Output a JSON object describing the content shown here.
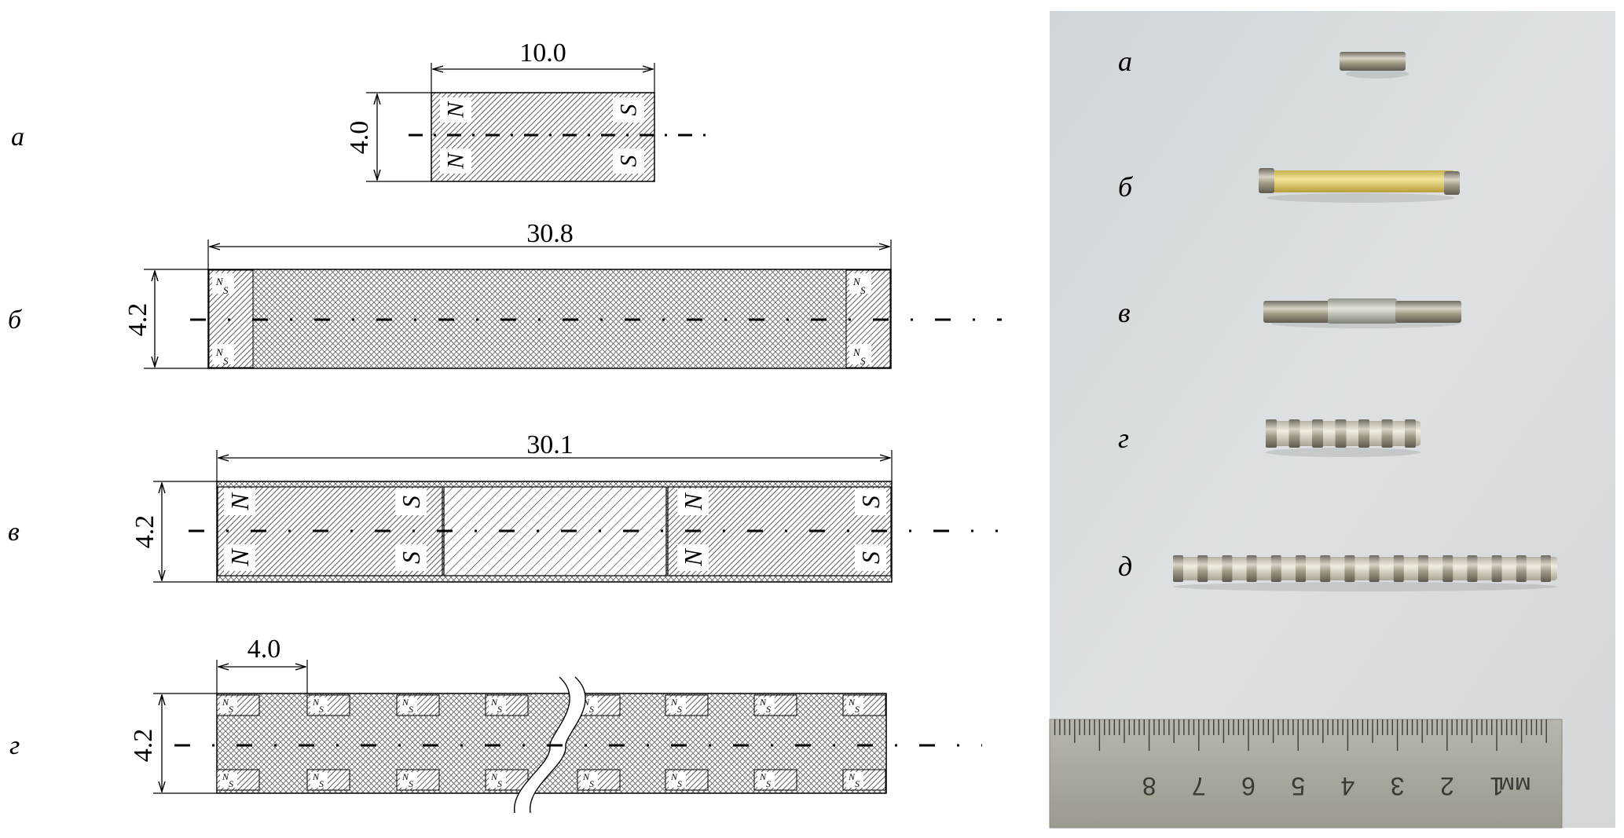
{
  "drawings": [
    {
      "id": "a",
      "label": "а",
      "length": "10.0",
      "height": "4.0",
      "magnet": {
        "n": "N",
        "s": "S"
      }
    },
    {
      "id": "b",
      "label": "б",
      "length": "30.8",
      "height": "4.2",
      "magnet": {
        "n": "N",
        "s": "S"
      }
    },
    {
      "id": "v",
      "label": "в",
      "length": "30.1",
      "height": "4.2",
      "magnet": {
        "n": "N",
        "s": "S"
      }
    },
    {
      "id": "g",
      "label": "г",
      "length": "4.0",
      "height": "4.2",
      "magnet": {
        "n": "N",
        "s": "S"
      }
    }
  ],
  "photo": {
    "labels": [
      "а",
      "б",
      "в",
      "г",
      "д"
    ],
    "ruler": {
      "unit": "мм",
      "numbers": [
        "1",
        "2",
        "3",
        "4",
        "5",
        "6",
        "7",
        "8"
      ]
    },
    "colors": {
      "background": "#d9dde0",
      "ruler": "#a8a69b",
      "metal": "#9a9385",
      "ceramic": "#ddd8c8",
      "yellow_rod": "#e6d47a"
    }
  }
}
